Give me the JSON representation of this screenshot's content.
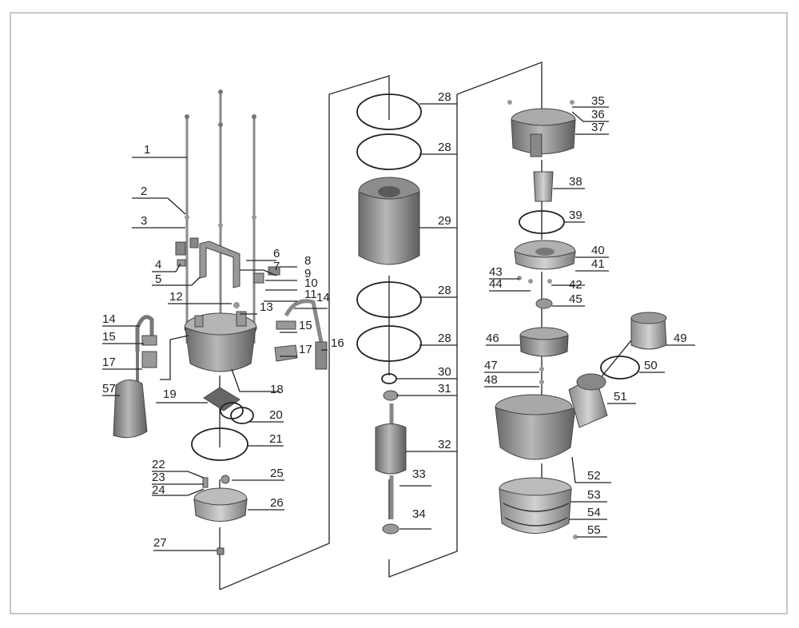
{
  "colors": {
    "frame": "#c8c8c8",
    "line": "#222222",
    "part_dark": "#6f6f6f",
    "part_mid": "#9a9a9a",
    "part_light": "#c4c4c4"
  },
  "part_labels": [
    "1",
    "2",
    "3",
    "4",
    "5",
    "6",
    "7",
    "8",
    "9",
    "10",
    "11",
    "12",
    "13",
    "14",
    "14",
    "15",
    "15",
    "16",
    "17",
    "17",
    "18",
    "19",
    "20",
    "21",
    "22",
    "23",
    "24",
    "25",
    "26",
    "27",
    "28",
    "28",
    "28",
    "28",
    "29",
    "30",
    "31",
    "32",
    "33",
    "34",
    "35",
    "36",
    "37",
    "38",
    "39",
    "40",
    "41",
    "42",
    "43",
    "44",
    "45",
    "46",
    "47",
    "48",
    "49",
    "50",
    "51",
    "52",
    "53",
    "54",
    "55",
    "57"
  ]
}
